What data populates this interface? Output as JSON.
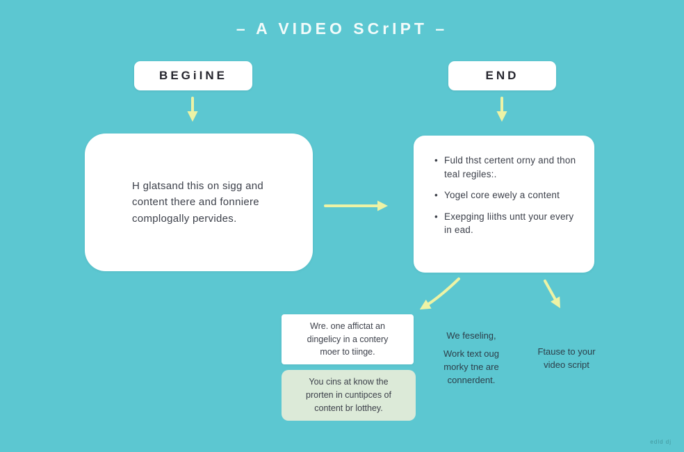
{
  "title": "–  A VIDEO SCrIPT  –",
  "begin": {
    "label": "BEGiINE"
  },
  "end": {
    "label": "END"
  },
  "left_box": {
    "lines": [
      "H glatsand this on sigg and",
      "content there and fonniere",
      "complogally pervides."
    ]
  },
  "right_box": {
    "bullets": [
      "Fuld thst certent orny and thon teal regiles:.",
      "Yogel core ewely a content",
      "Exepging liiths untt your every in ead."
    ]
  },
  "mid_note": {
    "lines": [
      "Wre. one affictat an",
      "dingelicy in a contery",
      "moer to tiinge."
    ]
  },
  "green_note": {
    "lines": [
      "You cins at know the",
      "prorten in cuntipces of",
      "content br lotthey."
    ]
  },
  "feeling_note": {
    "lines": [
      "We feseling,",
      "Work text oug",
      "morky tne are",
      "connerdent."
    ]
  },
  "pause_note": {
    "lines": [
      "Ftause to your",
      "video script"
    ]
  },
  "watermark": "edld dj",
  "colors": {
    "background": "#5cc7d1",
    "arrow": "#edf3a5",
    "card": "#ffffff",
    "green_card": "#dcead8",
    "text_dark": "#3b3f49",
    "title": "#f2fbfa"
  }
}
